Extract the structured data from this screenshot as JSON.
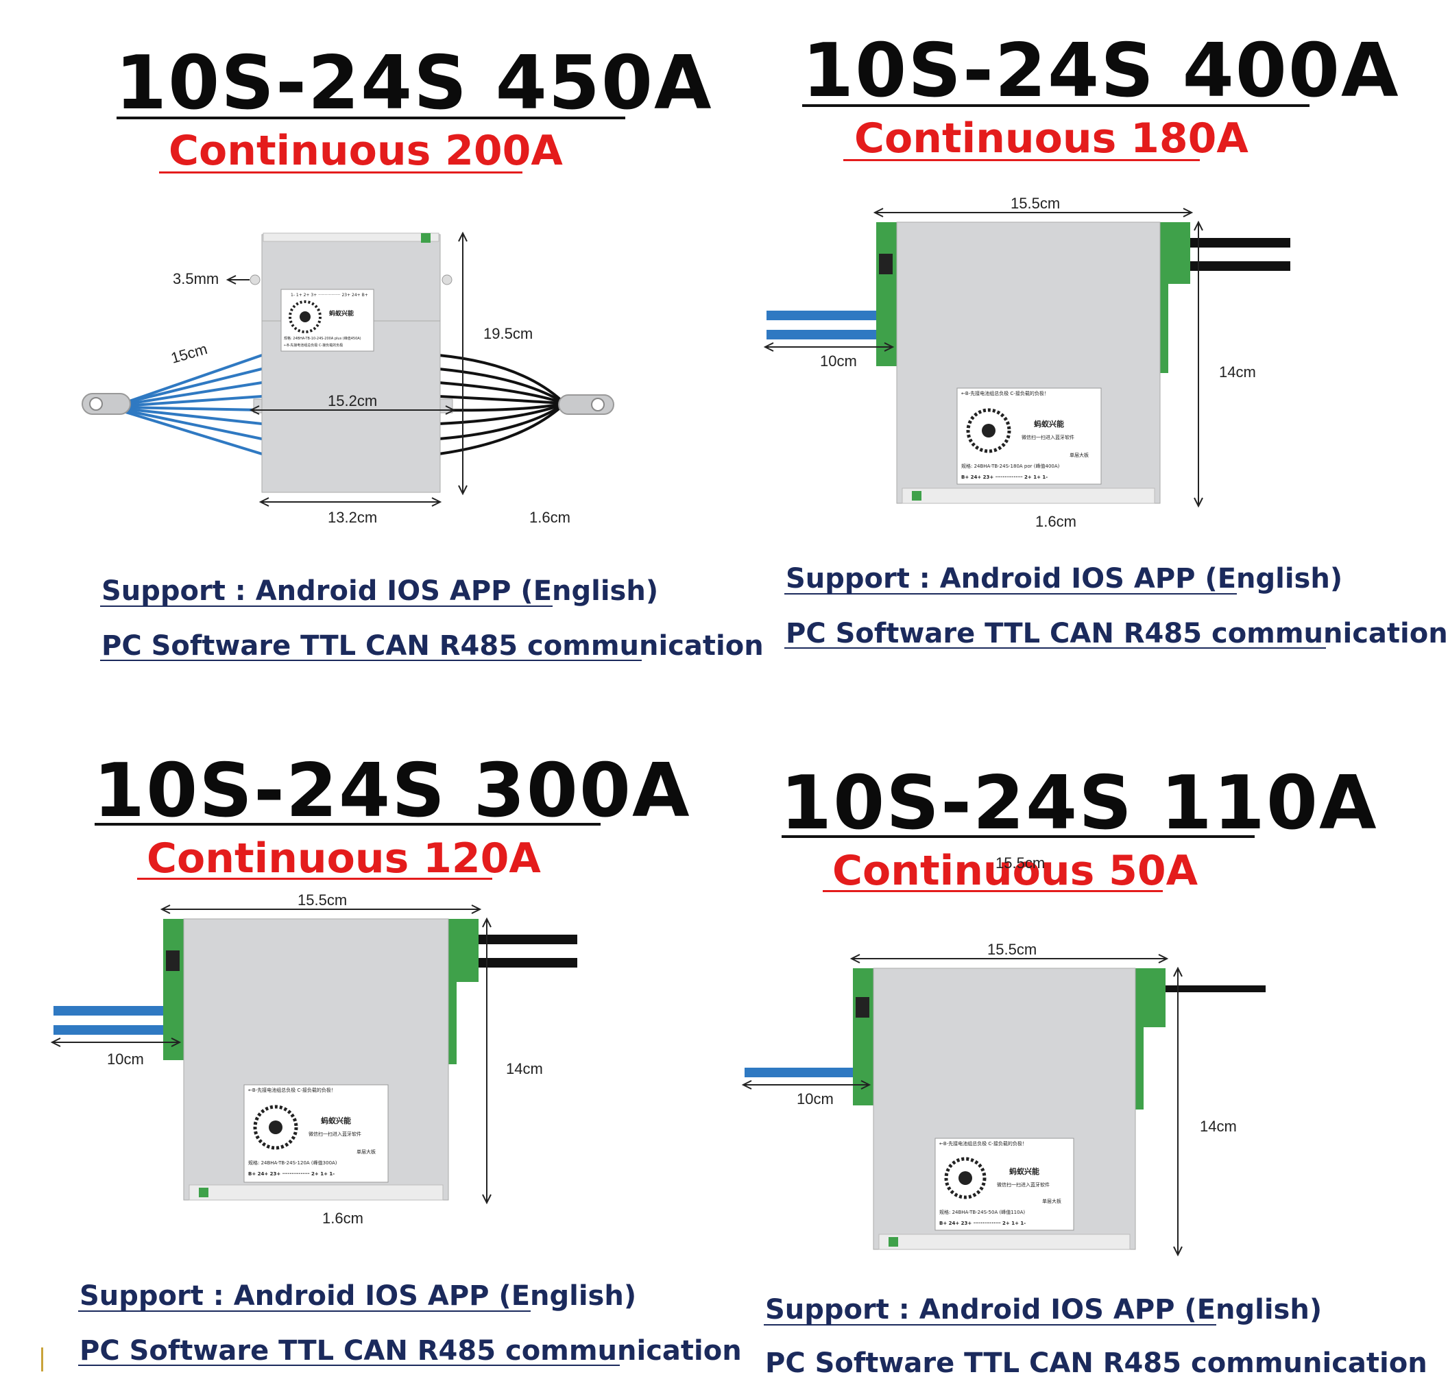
{
  "colors": {
    "title": "#0b0b0b",
    "continuous": "#e41c1c",
    "support": "#1b2a5c",
    "board": "#d4d5d7",
    "terminal_green": "#3fa14a",
    "blue_cable": "#2f79c2",
    "black_cable": "#111111"
  },
  "panels": [
    {
      "title": "10S-24S 450A",
      "continuous": "Continuous 200A",
      "support_line1": "Support : Android IOS APP (English)",
      "support_line2": "PC Software TTL CAN R485 communication",
      "dims": {
        "hole": "3.5mm",
        "height": "19.5cm",
        "cable": "15cm",
        "width_mid": "15.2cm",
        "width_bottom": "13.2cm",
        "thickness": "1.6cm"
      },
      "label_text": {
        "header": "1- 1+ 2+ 3+ ················· 23+ 24+ B+",
        "brand": "蚂蚁兴能",
        "spec": "规格: 24BHA-TB-10-24S-200A plus (峰值450A)",
        "footer": "←B-先接电池组总负极    C-接负载的负极"
      }
    },
    {
      "title": "10S-24S 400A",
      "continuous": "Continuous 180A",
      "support_line1": "Support : Android IOS APP (English)",
      "support_line2": "PC Software TTL CAN R485 communication",
      "dims": {
        "width_top": "15.5cm",
        "cable": "10cm",
        "height": "14cm",
        "thickness": "1.6cm"
      },
      "label_text": {
        "header": "←B-先接电池组总负极    C-接负载的负极！",
        "brand": "蚂蚁兴能",
        "scan": "微信扫一扫进入蓝牙软件",
        "board": "单层大板",
        "spec": "规格: 24BHA-TB-24S-180A por (峰值400A)",
        "footer": "B+ 24+ 23+ ··············· 2+ 1+ 1-"
      }
    },
    {
      "title": "10S-24S 300A",
      "continuous": "Continuous 120A",
      "support_line1": "Support : Android IOS APP (English)",
      "support_line2": "PC Software TTL CAN R485 communication",
      "dims": {
        "width_top": "15.5cm",
        "cable": "10cm",
        "height": "14cm",
        "thickness": "1.6cm"
      },
      "label_text": {
        "header": "←B-先接电池组总负极    C-接负载的负极！",
        "brand": "蚂蚁兴能",
        "scan": "微信扫一扫进入蓝牙软件",
        "board": "单层大板",
        "spec": "规格: 24BHA-TB-24S-120A (峰值300A)",
        "footer": "B+ 24+ 23+ ··············· 2+ 1+ 1-"
      }
    },
    {
      "title": "10S-24S 110A",
      "continuous": "Continuous 50A",
      "overlap_dim": "15.5cm",
      "support_line1": "Support : Android IOS APP (English)",
      "support_line2": "PC Software TTL CAN R485 communication",
      "dims": {
        "width_top": "15.5cm",
        "cable": "10cm",
        "height": "14cm"
      },
      "label_text": {
        "header": "←B-先接电池组总负极    C-接负载的负极！",
        "brand": "蚂蚁兴能",
        "scan": "微信扫一扫进入蓝牙软件",
        "board": "单层大板",
        "spec": "规格: 24BHA-TB-24S-50A (峰值110A)",
        "footer": "B+ 24+ 23+ ··············· 2+ 1+ 1-"
      }
    }
  ]
}
